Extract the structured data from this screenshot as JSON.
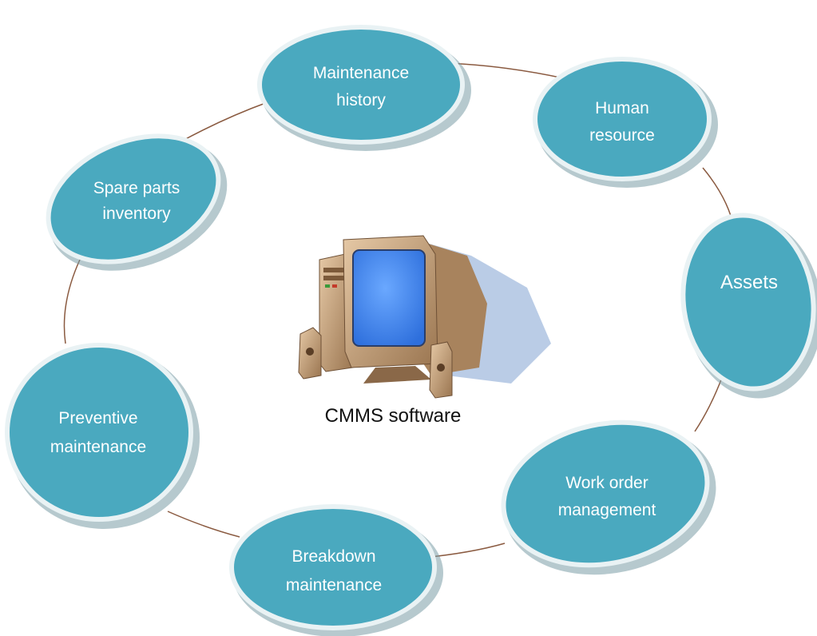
{
  "diagram": {
    "center_label": "CMMS software",
    "nodes": [
      {
        "id": "maintenance-history",
        "lines": [
          "Maintenance",
          "history"
        ]
      },
      {
        "id": "human-resource",
        "lines": [
          "Human",
          "resource"
        ]
      },
      {
        "id": "assets",
        "lines": [
          "Assets"
        ]
      },
      {
        "id": "work-order-management",
        "lines": [
          "Work order",
          "management"
        ]
      },
      {
        "id": "breakdown-maintenance",
        "lines": [
          "Breakdown",
          "maintenance"
        ]
      },
      {
        "id": "preventive-maintenance",
        "lines": [
          "Preventive",
          "maintenance"
        ]
      },
      {
        "id": "spare-parts-inventory",
        "lines": [
          "Spare parts",
          "inventory"
        ]
      }
    ],
    "colors": {
      "node_fill": "#4aa9bf",
      "node_border": "#e9f2f4",
      "node_shadow": "#7a9ca6",
      "ring": "#8a5a40",
      "label": "#ffffff",
      "computer_body": "#c8a582",
      "computer_screen": "#4f8ff2",
      "computer_shadow": "#a9bfe0"
    }
  }
}
